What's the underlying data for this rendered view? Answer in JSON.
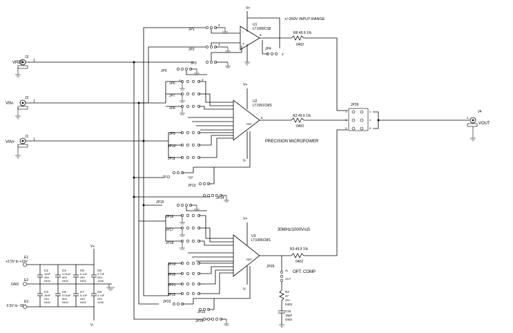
{
  "labels": {
    "input_range": "+/-250V INPUT RANGE",
    "u1_ref": "U1",
    "u1_part": "LT1990CS8",
    "u2_ref": "U2",
    "u2_part": "LT1991CMS",
    "u3_ref": "U3",
    "u3_part": "LT1995CMS",
    "precision_micropower": "PRECISION MICROPOWER",
    "speed_spec": "30MHz/1000V/uS",
    "opt_comp": "OPT. COMP"
  },
  "connectors": {
    "j3": "J3",
    "vref": "VREF",
    "j2": "J2",
    "vin_minus": "VIN-",
    "j1": "J1",
    "vin_plus": "VIN+",
    "j4": "J4",
    "vout": "VOUT"
  },
  "power": {
    "e1": "E1",
    "e1_label": "+2.5V to +15V",
    "e2": "E2",
    "gnd": "GND",
    "e3": "E3",
    "e3_label": "-2.5V to -15V"
  },
  "resistors": [
    {
      "ref": "R8",
      "value": "49.9",
      "tol": "1%",
      "pkg": "0402"
    },
    {
      "ref": "R2",
      "value": "49.9",
      "tol": "1%",
      "pkg": "0402"
    },
    {
      "ref": "R3",
      "value": "49.9",
      "tol": "1%",
      "pkg": "0402"
    }
  ],
  "r4": {
    "ref": "R4",
    "value": "47",
    "tol": "1%",
    "pkg": "0402"
  },
  "c10": {
    "ref": "C10",
    "value": "15pF",
    "pkg": "0402"
  },
  "caps_top": [
    {
      "ref": "C2",
      "value": "10nF",
      "volt": "25V",
      "pkg": "0402"
    },
    {
      "ref": "C4",
      "value": "0.01uF",
      "volt": "50V",
      "pkg": "0402"
    },
    {
      "ref": "C6",
      "value": "0.1uF",
      "volt": "25V",
      "pkg": "0402"
    },
    {
      "ref": "C8",
      "value": "4.7uF",
      "volt": "25V",
      "pkg": "1206"
    }
  ],
  "caps_bottom": [
    {
      "ref": "C3",
      "value": "10nF",
      "volt": "25V",
      "pkg": "0402"
    },
    {
      "ref": "C5",
      "value": "0.01uF",
      "volt": "50V",
      "pkg": "0402"
    },
    {
      "ref": "C7",
      "value": "0.1uF",
      "volt": "25V",
      "pkg": "0402"
    },
    {
      "ref": "C9",
      "value": "4.7uF",
      "volt": "25V",
      "pkg": "1206"
    }
  ],
  "jumpers": {
    "jp1": "JP1",
    "jp2": "JP2",
    "jp3": "JP3",
    "jp4": "JP4",
    "jp5": "JP5",
    "jp6": "JP6",
    "jp7": "JP7",
    "jp8": "JP8",
    "jp9": "JP9",
    "jp10": "JP10",
    "jp11": "JP11",
    "jp12": "JP12",
    "jp13": "JP13",
    "jp14": "JP14",
    "jp15": "JP15",
    "jp16": "JP16",
    "jp17": "JP17",
    "jp18": "JP18",
    "jp19": "JP19",
    "jp20": "JP20",
    "jp21": "JP21",
    "jp22": "JP22",
    "jp23": "JP23",
    "jp24": "JP24",
    "jp25": "JP25",
    "jp26": "JP26"
  },
  "jp25_in": "IN",
  "jp25_out": "OUT",
  "pin_num": {
    "one": "1",
    "two": "2",
    "three": "3",
    "four": "4",
    "five": "5",
    "six": "6",
    "seven": "7",
    "eight": "8",
    "nine": "9",
    "ten": "10"
  },
  "ref_pin": "REF",
  "supply_pos": "V+",
  "supply_neg": "V-"
}
